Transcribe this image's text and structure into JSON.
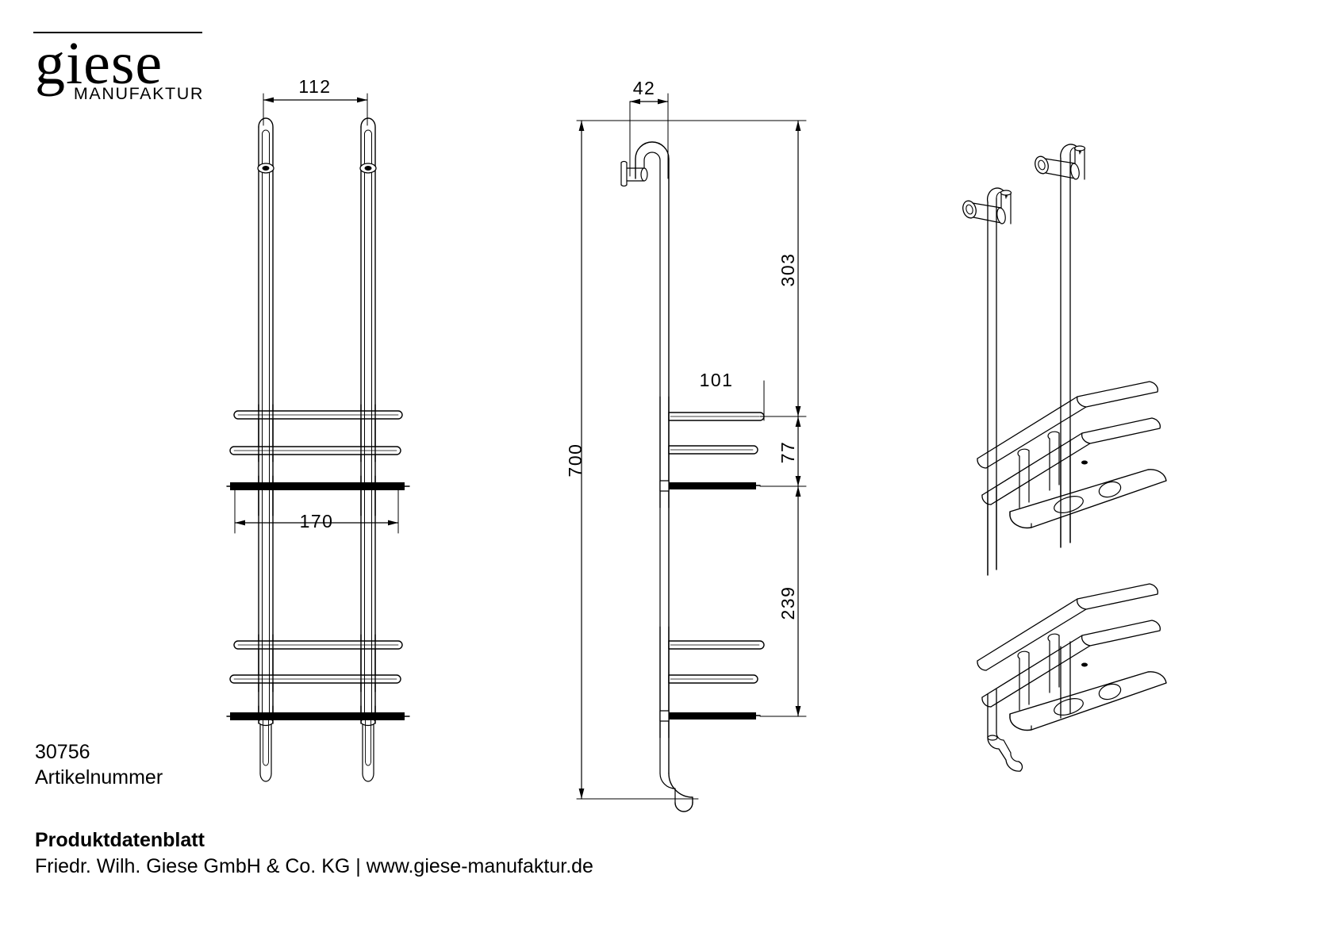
{
  "brand": {
    "name": "giese",
    "tagline": "MANUFAKTUR"
  },
  "article": {
    "number": "30756",
    "label": "Artikelnummer"
  },
  "footer": {
    "sheet_title": "Produktdatenblatt",
    "company": "Friedr. Wilh. Giese GmbH & Co. KG | www.giese-manufaktur.de"
  },
  "drawing": {
    "type": "technical-product-drawing",
    "product": "shower-caddy-rack",
    "line_color": "#000000",
    "background": "#ffffff",
    "views": [
      {
        "name": "front-elevation",
        "position": "left"
      },
      {
        "name": "side-elevation",
        "position": "center"
      },
      {
        "name": "isometric-3d",
        "position": "right"
      }
    ],
    "dimensions": {
      "front_width_top": "112",
      "front_width_shelf": "170",
      "side_depth_top": "42",
      "side_depth_shelf": "101",
      "overall_height": "700",
      "upper_segment": "303",
      "middle_segment": "77",
      "lower_segment": "239"
    }
  }
}
